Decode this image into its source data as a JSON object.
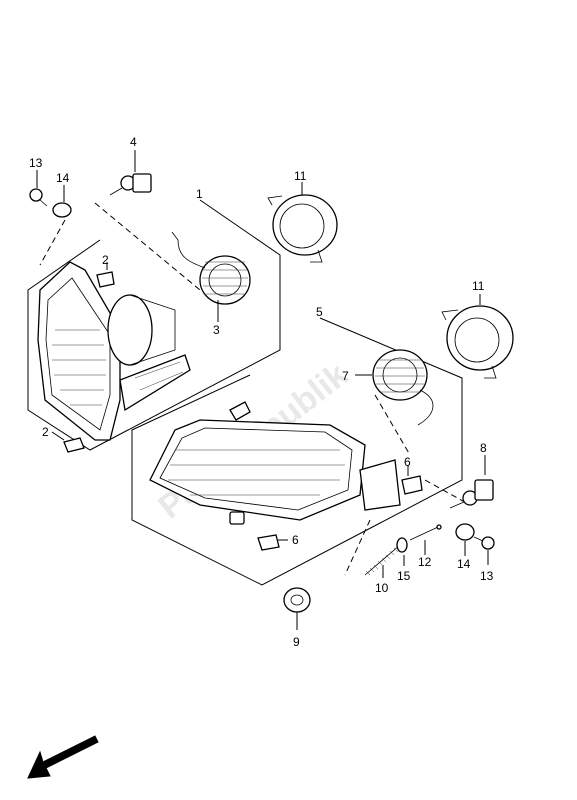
{
  "watermark": "PartsRepublik",
  "callouts": {
    "c1": "1",
    "c2a": "2",
    "c2b": "2",
    "c3": "3",
    "c4": "4",
    "c5": "5",
    "c6a": "6",
    "c6b": "6",
    "c7": "7",
    "c8": "8",
    "c9": "9",
    "c10": "10",
    "c11a": "11",
    "c11b": "11",
    "c12": "12",
    "c13a": "13",
    "c13b": "13",
    "c14a": "14",
    "c14b": "14",
    "c15": "15"
  },
  "icons": {
    "front_arrow": "front-direction-arrow"
  }
}
